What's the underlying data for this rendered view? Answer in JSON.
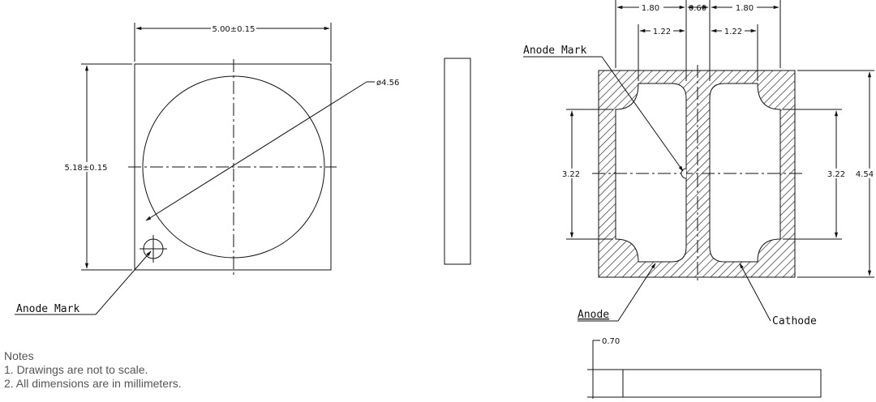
{
  "dimensions": {
    "width": "5.00±0.15",
    "height": "5.18±0.15",
    "diameter": "ø4.56",
    "pad_width_left": "1.80",
    "pad_gap": "0.60",
    "pad_width_right": "1.80",
    "inner_width_left": "1.22",
    "inner_width_right": "1.22",
    "inner_height_left": "3.22",
    "inner_height_right": "3.22",
    "pad_height": "4.54",
    "thickness": "0.70"
  },
  "callouts": {
    "anode_mark_top_view": "Anode Mark",
    "anode_mark_bottom_view": "Anode Mark",
    "anode": "Anode",
    "cathode": "Cathode"
  },
  "notes": {
    "title": "Notes",
    "items": [
      "1.  Drawings are not to scale.",
      "2.  All dimensions are in millimeters."
    ]
  }
}
